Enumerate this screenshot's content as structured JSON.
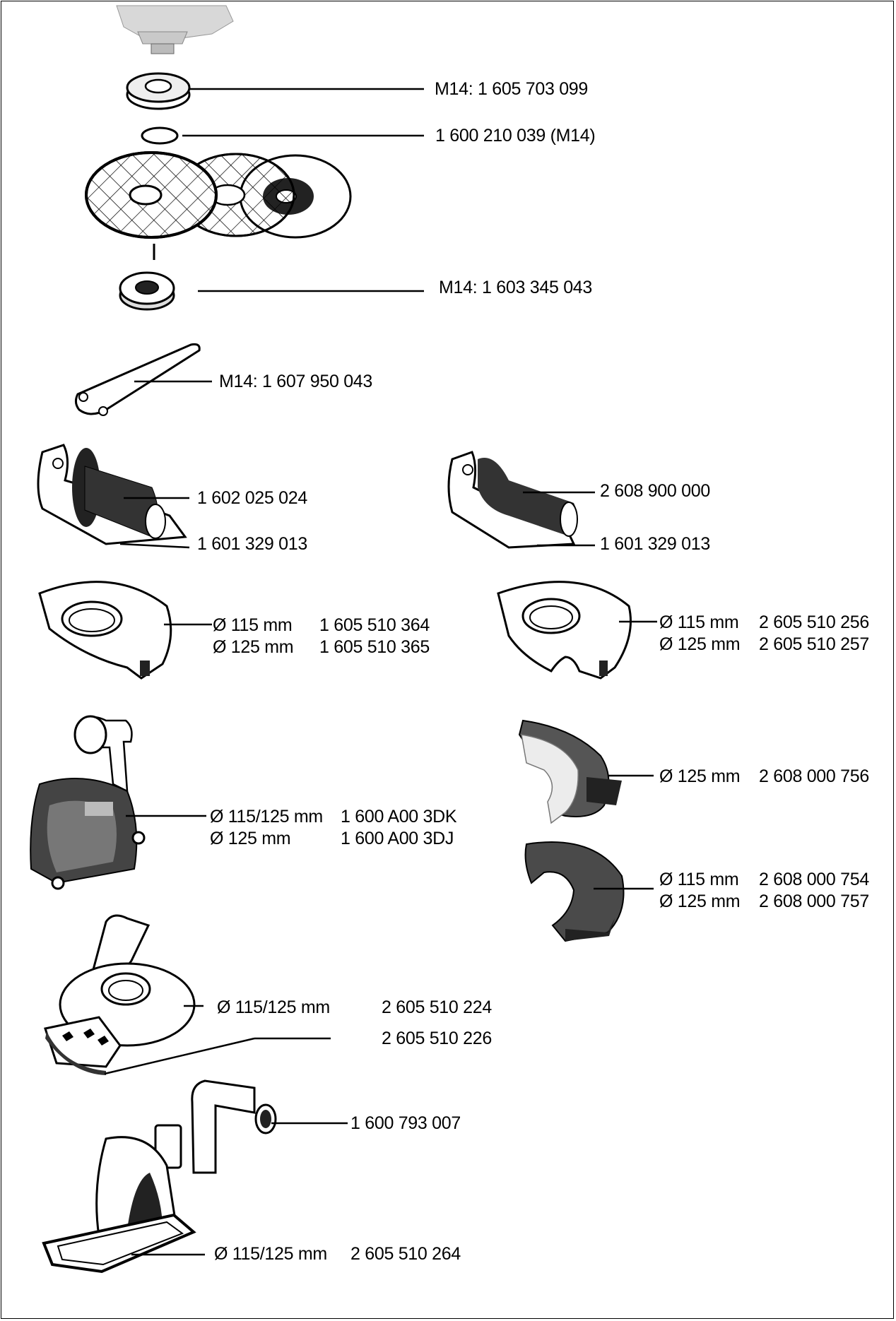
{
  "page": {
    "accent_color": "#000000",
    "background_color": "#ffffff"
  },
  "parts": {
    "clamping_nut": {
      "label": "M14: 1 605 703 099"
    },
    "o_ring": {
      "label": "1 600 210 039 (M14)"
    },
    "mounting_flange": {
      "label": "M14: 1 603 345 043"
    },
    "two_pin_spanner": {
      "label": "M14: 1 607 950 043"
    },
    "aux_handle_vibration": {
      "handle": "1 602 025 024",
      "bracket": "1 601 329 013"
    },
    "aux_handle_softgrip": {
      "handle": "2 608 900 000",
      "bracket": "1 601 329 013"
    },
    "guard_left": {
      "rows": [
        {
          "diameter": "Ø 115 mm",
          "part": "1 605 510 364"
        },
        {
          "diameter": "Ø 125 mm",
          "part": "1 605 510 365"
        }
      ]
    },
    "guard_right": {
      "rows": [
        {
          "diameter": "Ø 115 mm",
          "part": "2 605 510 256"
        },
        {
          "diameter": "Ø 125 mm",
          "part": "2 605 510 257"
        }
      ]
    },
    "extraction_hood_cutting": {
      "rows": [
        {
          "diameter": "Ø 115/125 mm",
          "part": "1 600 A00 3DK"
        },
        {
          "diameter": "Ø 125 mm",
          "part": "1 600 A00 3DJ"
        }
      ]
    },
    "hand_guard_light": {
      "rows": [
        {
          "diameter": "Ø 125 mm",
          "part": "2 608 000 756"
        }
      ]
    },
    "hand_guard_dark": {
      "rows": [
        {
          "diameter": "Ø 115 mm",
          "part": "2 608 000 754"
        },
        {
          "diameter": "Ø 125 mm",
          "part": "2 608 000 757"
        }
      ]
    },
    "extraction_hood_grinding": {
      "diameter": "Ø 115/125 mm",
      "part_a": "2 605 510 224",
      "part_b": "2 605 510 226"
    },
    "extraction_adapter": {
      "label": "1 600 793 007"
    },
    "cutting_guide": {
      "diameter": "Ø 115/125 mm",
      "part": "2 605 510 264"
    }
  }
}
